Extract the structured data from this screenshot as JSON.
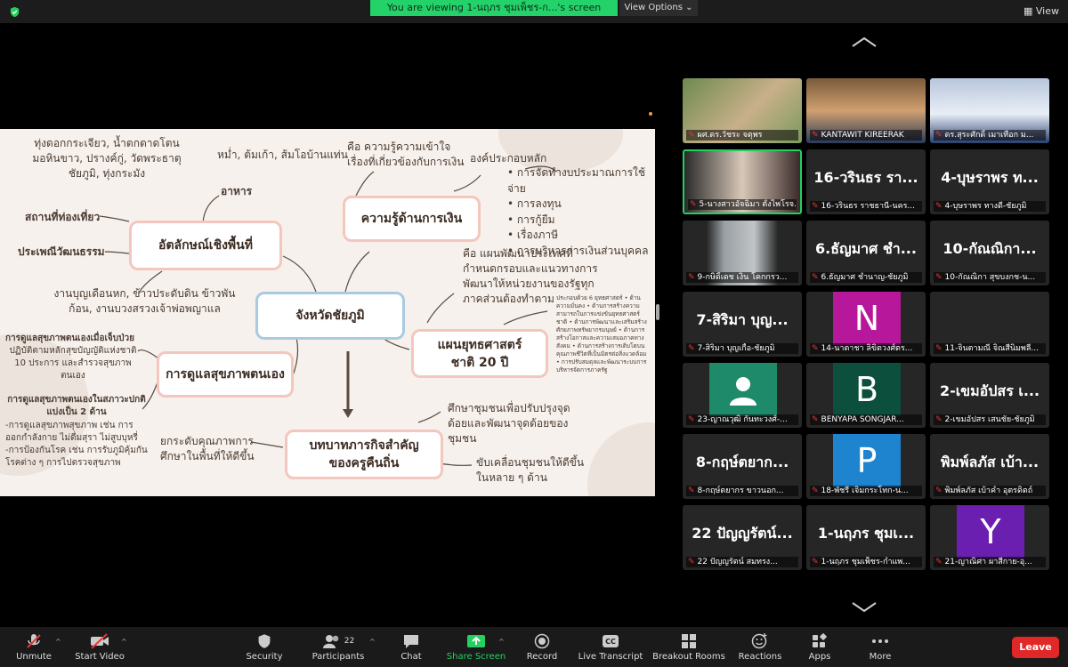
{
  "topbar": {
    "banner": "You are viewing 1-นฤภร ชุมเพ็ชร-ก...'s screen",
    "view_options": "View Options ⌄",
    "view": "View"
  },
  "mindmap": {
    "center": "จังหวัดชัยภูมิ",
    "identity": "อัตลักษณ์เชิงพื้นที่",
    "finance": "ความรู้ด้านการเงิน",
    "health": "การดูแลสุขภาพตนเอง",
    "strategy": "แผนยุทธศาสตร์ชาติ 20 ปี",
    "role": "บทบาทภารกิจสำคัญของครูคืนถิ่น",
    "places_label": "สถานที่ท่องเที่ยว",
    "places_text": "ทุ่งดอกกระเจียว, น้ำตกตาดโตน มอหินขาว, ปรางค์กู่, วัดพระธาตุชัยภูมิ, ทุ่งกระมัง",
    "food_label": "อาหาร",
    "food_text": "หม่ำ, ต้มเก้า, ส้มโอบ้านแท่น",
    "culture_label": "ประเพณีวัฒนธรรม",
    "culture_text": "งานบุญเดือนหก, ข้าวประดับดิน ข้าวพันก้อน, งานบวงสรวงเจ้าพ่อพญาแล",
    "finance_def": "คือ ความรู้ความเข้าใจเรื่องที่เกี่ยวข้องกับการเงิน",
    "finance_comp": "องค์ประกอบหลัก",
    "finance_items": [
      "การจัดทำงบประมาณการใช้จ่าย",
      "การลงทุน",
      "การกู้ยืม",
      "เรื่องภาษี",
      "การบริหารการเงินส่วนบุคคล"
    ],
    "strategy_def": "คือ แผนพัฒนาประเทศที่กำหนดกรอบและแนวทางการพัฒนาให้หน่วยงานของรัฐทุกภาคส่วนต้องทำตาม",
    "strategy_small": "ประกอบด้วย 6 ยุทธศาสตร์ • ด้านความมั่นคง • ด้านการสร้างความสามารถในการแข่งขันยุทธศาสตร์ชาติ • ด้านการพัฒนาและเสริมสร้างศักยภาพทรัพยากรมนุษย์ • ด้านการสร้างโอกาสและความเสมอภาคทางสังคม • ด้านการสร้างการเติบโตบนคุณภาพชีวิตที่เป็นมิตรต่อสิ่งแวดล้อม • การปรับสมดุลและพัฒนาระบบการบริหารจัดการภาครัฐ",
    "health_crisis_label": "การดูแลสุขภาพตนเองเมื่อเจ็บป่วย",
    "health_crisis_text": "ปฏิบัติตามหลักสุขบัญญัติแห่งชาติ 10 ประการ และสำรวจสุขภาพตนเอง",
    "health_normal_label": "การดูแลสุขภาพตนเองในสภาวะปกติ แบ่งเป็น 2 ด้าน",
    "health_normal_text": "-การดูแลสุขภาพสุขภาพ เช่น การออกกำลังกาย ไม่ดื่มสุรา ไม่สูบบุหรี่ -การป้องกันโรค เช่น การรับภูมิคุ้มกันโรคต่าง ๆ การไปตรวจสุขภาพ",
    "role_a": "ศึกษาชุมชนเพื่อปรับปรุงจุดด้อยและพัฒนาจุดด้อยของชุมชน",
    "role_b": "ขับเคลื่อนชุมชนให้ดีขึ้นในหลาย ๆ ด้าน",
    "role_c": "ยกระดับคุณภาพการศึกษาในพื้นที่ให้ดีขึ้น"
  },
  "tiles": [
    {
      "big": "",
      "name": "ผศ.ดร.วัชระ จตุพร",
      "photo": true
    },
    {
      "big": "",
      "name": "KANTAWIT KIREERAK",
      "photo": true
    },
    {
      "big": "",
      "name": "ดร.สุระศักดิ์ เมาเทือก ม...",
      "photo": true
    },
    {
      "big": "",
      "name": "5-นางสาวอัจฉิมา ตั้งไพโรจ...",
      "photo": true
    },
    {
      "big": "16-วรินธร รา...",
      "name": "16-วรินธร ราชธานี-นคร..."
    },
    {
      "big": "4-บุษราพร ท...",
      "name": "4-บุษราพร ทางดี-ชัยภูมิ"
    },
    {
      "big": "",
      "name": "9-กษิดิ์เดช เงิน โคกกรว...",
      "photo": true
    },
    {
      "big": "6.ธัญมาศ ชำ...",
      "name": "6.ธัญมาศ ชำนาญ-ชัยภูมิ"
    },
    {
      "big": "10-กัณณิกา...",
      "name": "10-กัณณิกา สุขบงกช-น..."
    },
    {
      "big": "7-สิริมา บุญ...",
      "name": "7-สิริมา บุญเกื้อ-ชัยภูมิ"
    },
    {
      "big": "",
      "name": "14-นาตาชา ลิขิตวงศ์ตร...",
      "letter": "N",
      "color": "#b7179a"
    },
    {
      "big": "",
      "name": "11-จินตามณี จิณสีนิมพลี..."
    },
    {
      "big": "",
      "name": "23-ญาณวุฒิ กันทะวงศ์-...",
      "letter": "👤",
      "color": "#1f8a6a"
    },
    {
      "big": "",
      "name": "BENYAPA SONGJAR...",
      "letter": "B",
      "color": "#0c4f3c"
    },
    {
      "big": "2-เขมอัปสร เ...",
      "name": "2-เขมอัปสร เสนชัย-ชัยภูมิ"
    },
    {
      "big": "8-กฤษ์ตยาก...",
      "name": "8-กฤษ์ตยากร ขาวนอก..."
    },
    {
      "big": "",
      "name": "18-พัชรี เจิมกระโทก-น...",
      "letter": "P",
      "color": "#1f84d0"
    },
    {
      "big": "พิมพ์ลภัส เบ้า...",
      "name": "พิมพ์ลภัส เบ้าคำ อุตรดิตถ์"
    },
    {
      "big": "22 ปัญญรัตน์...",
      "name": "22 ปัญญรัตน์ สมทรง..."
    },
    {
      "big": "1-นฤภร ชุมเ...",
      "name": "1-นฤภร ชุมเพ็ชร-กำแพ..."
    },
    {
      "big": "",
      "name": "21-ญาณิศา ผาสีกาย-อุ...",
      "letter": "Y",
      "color": "#6a1fb0"
    }
  ],
  "toolbar": {
    "unmute": "Unmute",
    "start_video": "Start Video",
    "security": "Security",
    "participants": "Participants",
    "participants_count": "22",
    "chat": "Chat",
    "share_screen": "Share Screen",
    "record": "Record",
    "live_transcript": "Live Transcript",
    "breakout": "Breakout Rooms",
    "reactions": "Reactions",
    "apps": "Apps",
    "more": "More",
    "leave": "Leave"
  }
}
